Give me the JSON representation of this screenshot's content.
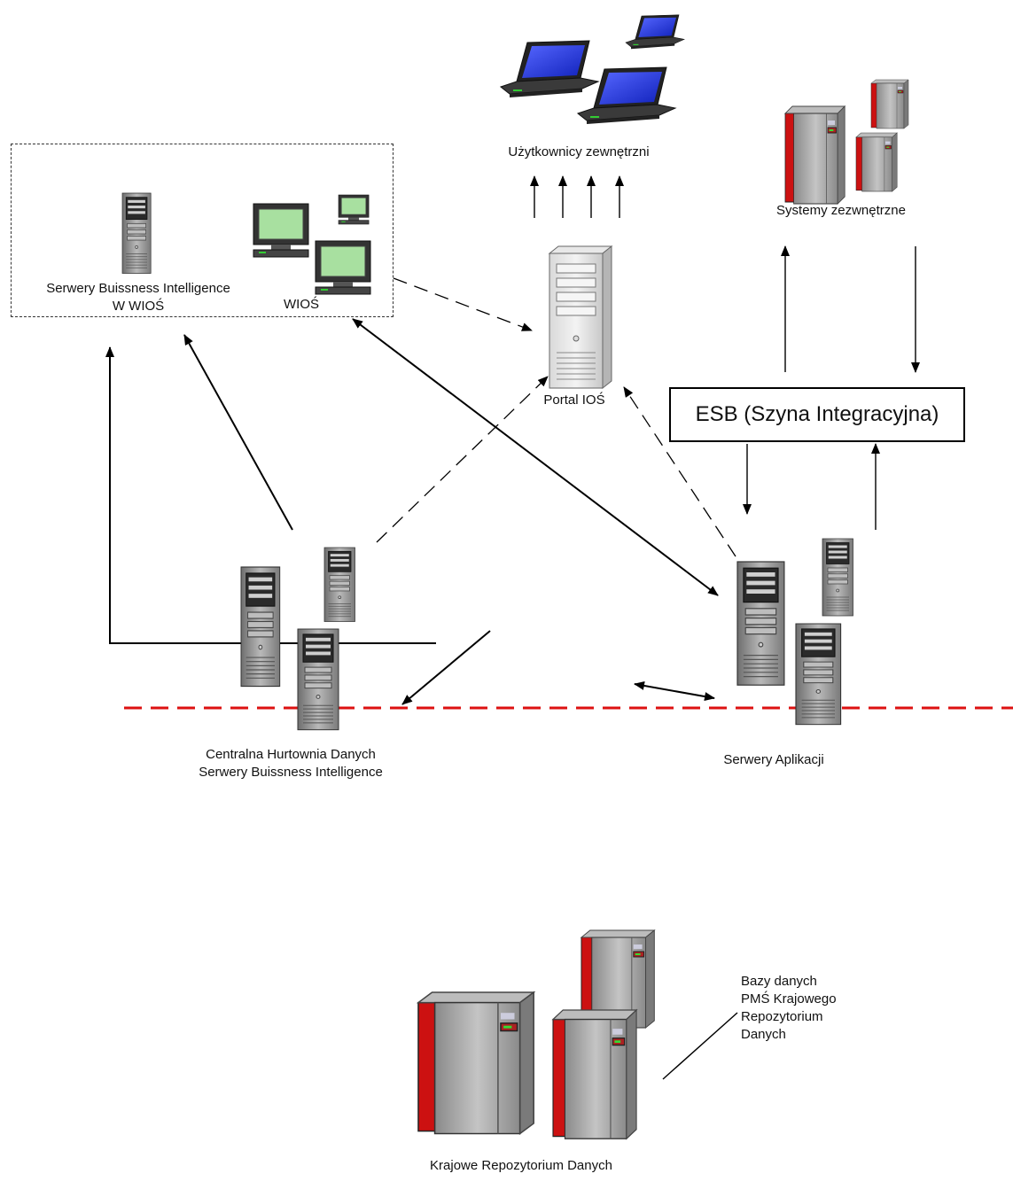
{
  "labels": {
    "external_users": "Użytkownicy zewnętrzni",
    "external_systems": "Systemy zezwnętrzne",
    "bi_servers_wios_line1": "Serwery Buissness Intelligence",
    "bi_servers_wios_line2": "W WIOŚ",
    "wios": "WIOŚ",
    "portal": "Portal IOŚ",
    "esb": "ESB (Szyna Integracyjna)",
    "central_wh_line1": "Centralna Hurtownia Danych",
    "central_wh_line2": "Serwery Buissness Intelligence",
    "app_servers": "Serwery Aplikacji",
    "databases_line1": "Bazy danych",
    "databases_line2": "PMŚ Krajowego",
    "databases_line3": "Repozytorium",
    "databases_line4": "Danych",
    "national_repo": "Krajowe Repozytorium Danych"
  },
  "icons": {
    "laptop": "laptop-icon",
    "crt": "crt-monitor-icon",
    "tower": "tower-server-icon",
    "mainframe": "mainframe-icon"
  },
  "colors": {
    "screen": "#2233dd",
    "crt_screen": "#a8e0a0",
    "server_body": "#9a9a9a",
    "mainframe_red": "#cc1111",
    "boundary": "#dd1111",
    "line": "#000000"
  }
}
